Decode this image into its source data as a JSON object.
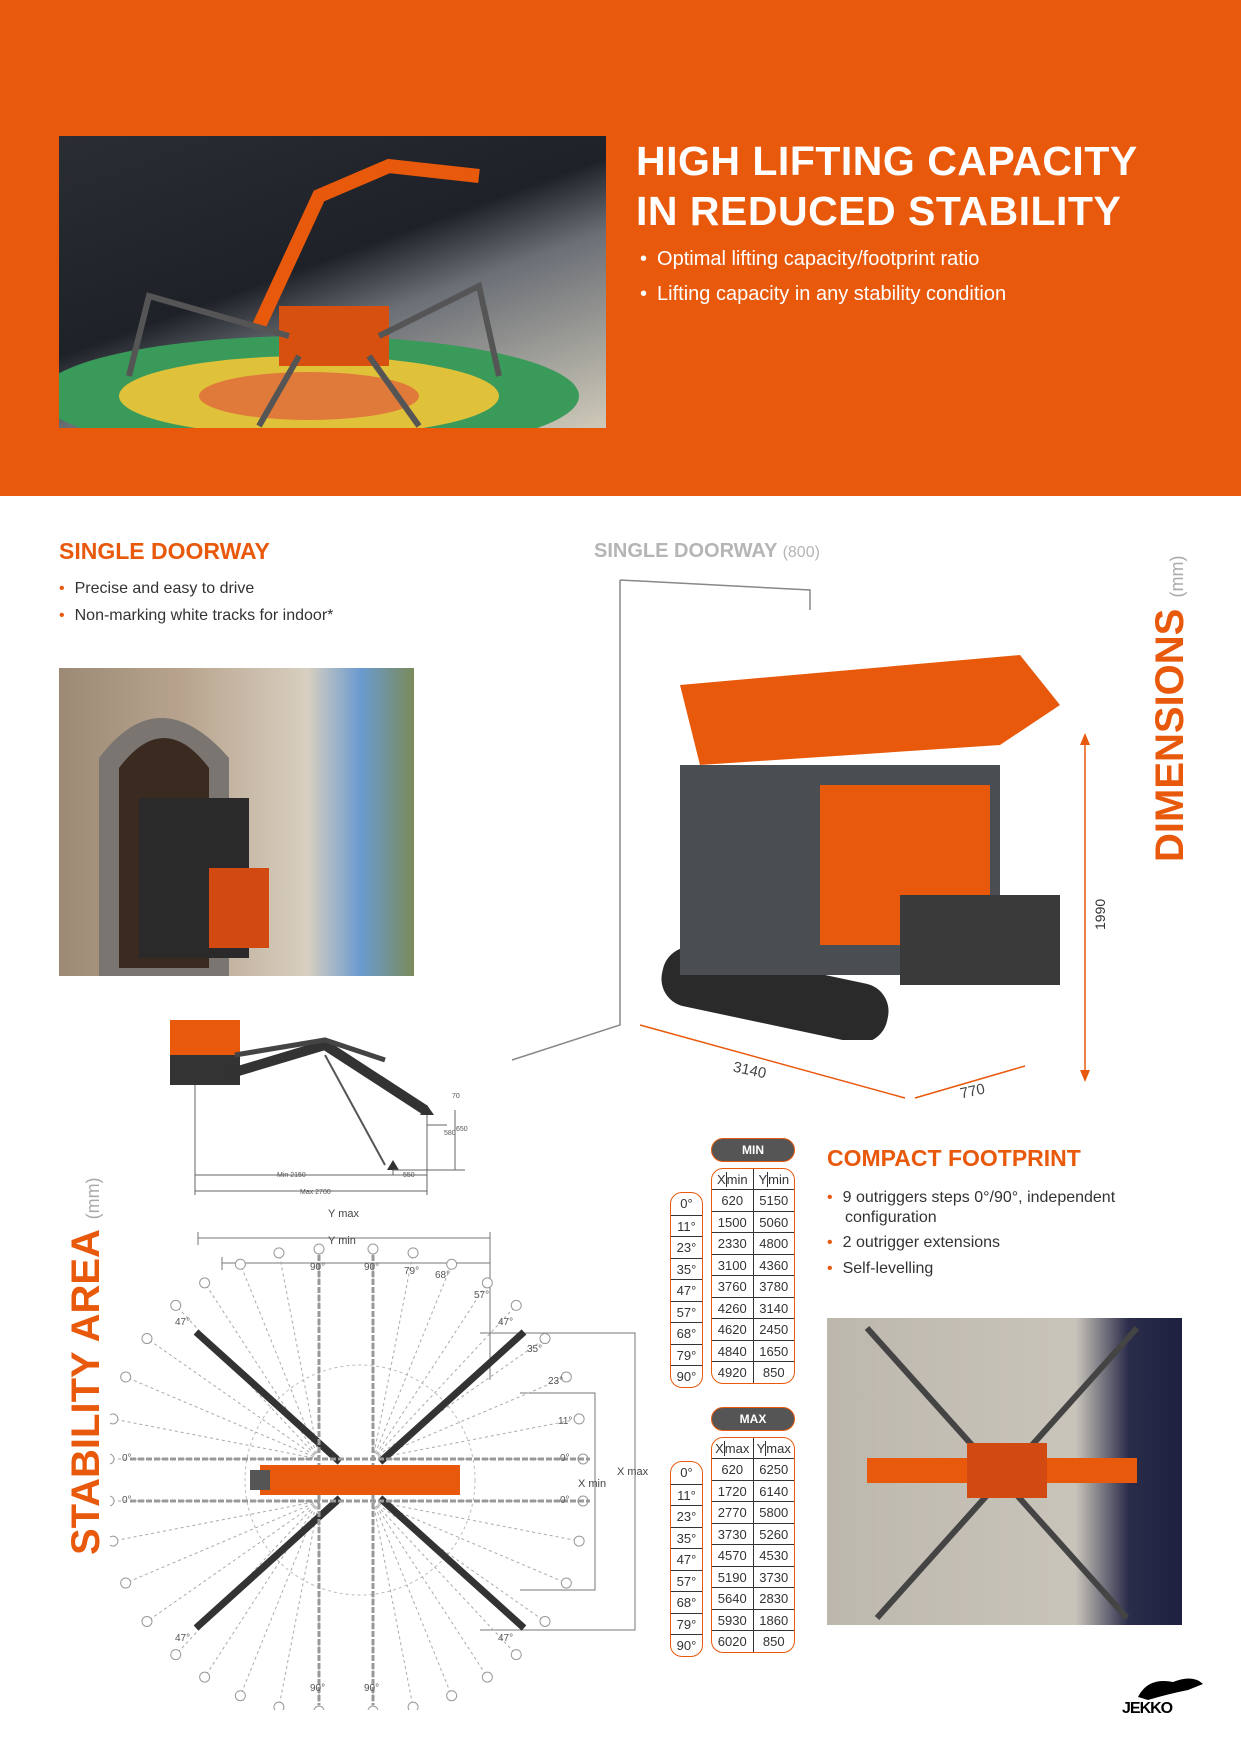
{
  "header": {
    "title_line1": "HIGH LIFTING CAPACITY",
    "title_line2": "IN REDUCED STABILITY",
    "bullets": [
      "Optimal lifting capacity/footprint ratio",
      "Lifting capacity in any stability condition"
    ]
  },
  "doorway": {
    "title": "SINGLE DOORWAY",
    "bullets": [
      "Precise and easy to drive",
      "Non-marking white tracks for indoor*"
    ]
  },
  "dimensions": {
    "doorway_label": "SINGLE DOORWAY",
    "doorway_width": "(800)",
    "title": "DIMENSIONS",
    "unit": "(mm)",
    "height": "1990",
    "length": "3140",
    "width": "770"
  },
  "side_diagram": {
    "min": "Min 2150",
    "ext": "550",
    "max": "Max 2700",
    "d1": "70",
    "d2": "580",
    "d3": "650"
  },
  "stability": {
    "title": "STABILITY AREA",
    "unit": "(mm)",
    "y_max": "Y max",
    "y_min": "Y min",
    "x_max": "X max",
    "x_min": "X min",
    "angle_labels": {
      "a90": "90°",
      "a79": "79°",
      "a68": "68°",
      "a57": "57°",
      "a47": "47°",
      "a35": "35°",
      "a23": "23°",
      "a11": "11°",
      "a0": "0°"
    }
  },
  "tables": {
    "angles": [
      "0°",
      "11°",
      "23°",
      "35°",
      "47°",
      "57°",
      "68°",
      "79°",
      "90°"
    ],
    "min": {
      "label": "MIN",
      "x_head": "X",
      "x_sub": "min",
      "y_head": "Y",
      "y_sub": "min",
      "rows": [
        [
          "620",
          "5150"
        ],
        [
          "1500",
          "5060"
        ],
        [
          "2330",
          "4800"
        ],
        [
          "3100",
          "4360"
        ],
        [
          "3760",
          "3780"
        ],
        [
          "4260",
          "3140"
        ],
        [
          "4620",
          "2450"
        ],
        [
          "4840",
          "1650"
        ],
        [
          "4920",
          "850"
        ]
      ]
    },
    "max": {
      "label": "MAX",
      "x_head": "X",
      "x_sub": "max",
      "y_head": "Y",
      "y_sub": "max",
      "rows": [
        [
          "620",
          "6250"
        ],
        [
          "1720",
          "6140"
        ],
        [
          "2770",
          "5800"
        ],
        [
          "3730",
          "5260"
        ],
        [
          "4570",
          "4530"
        ],
        [
          "5190",
          "3730"
        ],
        [
          "5640",
          "2830"
        ],
        [
          "5930",
          "1860"
        ],
        [
          "6020",
          "850"
        ]
      ]
    }
  },
  "footprint": {
    "title": "COMPACT FOOTPRINT",
    "bullets": [
      "9 outriggers steps 0°/90°, independent configuration",
      "2 outrigger extensions",
      "Self-levelling"
    ]
  },
  "logo": {
    "text": "JEKKO"
  },
  "colors": {
    "brand": "#E8590C",
    "dark": "#555555"
  }
}
